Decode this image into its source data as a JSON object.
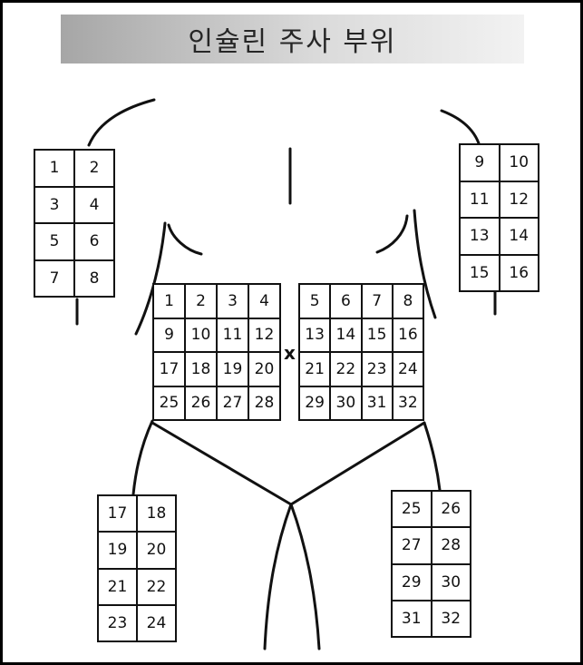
{
  "title": "인슐린 주사 부위",
  "center_marker": "x",
  "left_arm": [
    [
      "1",
      "2"
    ],
    [
      "3",
      "4"
    ],
    [
      "5",
      "6"
    ],
    [
      "7",
      "8"
    ]
  ],
  "right_arm": [
    [
      "9",
      "10"
    ],
    [
      "11",
      "12"
    ],
    [
      "13",
      "14"
    ],
    [
      "15",
      "16"
    ]
  ],
  "abdomen_left": [
    [
      "1",
      "2",
      "3",
      "4"
    ],
    [
      "9",
      "10",
      "11",
      "12"
    ],
    [
      "17",
      "18",
      "19",
      "20"
    ],
    [
      "25",
      "26",
      "27",
      "28"
    ]
  ],
  "abdomen_right": [
    [
      "5",
      "6",
      "7",
      "8"
    ],
    [
      "13",
      "14",
      "15",
      "16"
    ],
    [
      "21",
      "22",
      "23",
      "24"
    ],
    [
      "29",
      "30",
      "31",
      "32"
    ]
  ],
  "left_thigh": [
    [
      "17",
      "18"
    ],
    [
      "19",
      "20"
    ],
    [
      "21",
      "22"
    ],
    [
      "23",
      "24"
    ]
  ],
  "right_thigh": [
    [
      "25",
      "26"
    ],
    [
      "27",
      "28"
    ],
    [
      "29",
      "30"
    ],
    [
      "31",
      "32"
    ]
  ]
}
